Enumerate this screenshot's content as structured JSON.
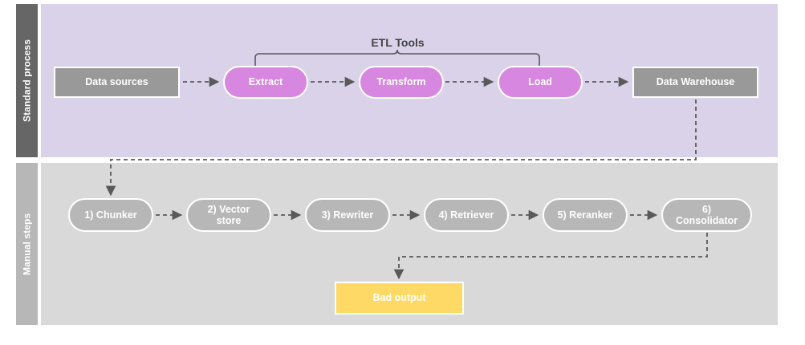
{
  "diagram": {
    "title": "ETL and manual RAG steps flow",
    "colors": {
      "lane_top_label_bg": "#666666",
      "lane_top_panel_bg": "#d9d2e9",
      "lane_bottom_label_bg": "#b7b7b7",
      "lane_bottom_panel_bg": "#d9d9d9",
      "grey_node": "#999999",
      "magenta_node": "#d787e0",
      "grey_pill_node": "#b7b7b7",
      "yellow_node": "#ffd966",
      "connector": "#595959",
      "text_dark": "#434343"
    }
  },
  "lanes": {
    "top": {
      "label": "Standard process"
    },
    "bottom": {
      "label": "Manual steps"
    }
  },
  "annotations": {
    "etl_bracket": "ETL Tools"
  },
  "standard_process": {
    "nodes": [
      {
        "id": "data-sources",
        "label": "Data sources",
        "shape": "rect",
        "style": "grey-rect"
      },
      {
        "id": "extract",
        "label": "Extract",
        "shape": "pill",
        "style": "magenta"
      },
      {
        "id": "transform",
        "label": "Transform",
        "shape": "pill",
        "style": "magenta"
      },
      {
        "id": "load",
        "label": "Load",
        "shape": "pill",
        "style": "magenta"
      },
      {
        "id": "data-warehouse",
        "label": "Data Warehouse",
        "shape": "rect",
        "style": "grey-rect"
      }
    ]
  },
  "manual_steps": {
    "nodes": [
      {
        "id": "chunker",
        "label": "1) Chunker",
        "shape": "pill",
        "style": "grey-pill"
      },
      {
        "id": "vector-store",
        "label": "2) Vector\nstore",
        "shape": "pill",
        "style": "grey-pill"
      },
      {
        "id": "rewriter",
        "label": "3) Rewriter",
        "shape": "pill",
        "style": "grey-pill"
      },
      {
        "id": "retriever",
        "label": "4) Retriever",
        "shape": "pill",
        "style": "grey-pill"
      },
      {
        "id": "reranker",
        "label": "5) Reranker",
        "shape": "pill",
        "style": "grey-pill"
      },
      {
        "id": "consolidator",
        "label": "6)\nConsolidator",
        "shape": "pill",
        "style": "grey-pill"
      }
    ],
    "output": {
      "id": "bad-output",
      "label": "Bad output",
      "shape": "rect",
      "style": "yellow"
    }
  }
}
